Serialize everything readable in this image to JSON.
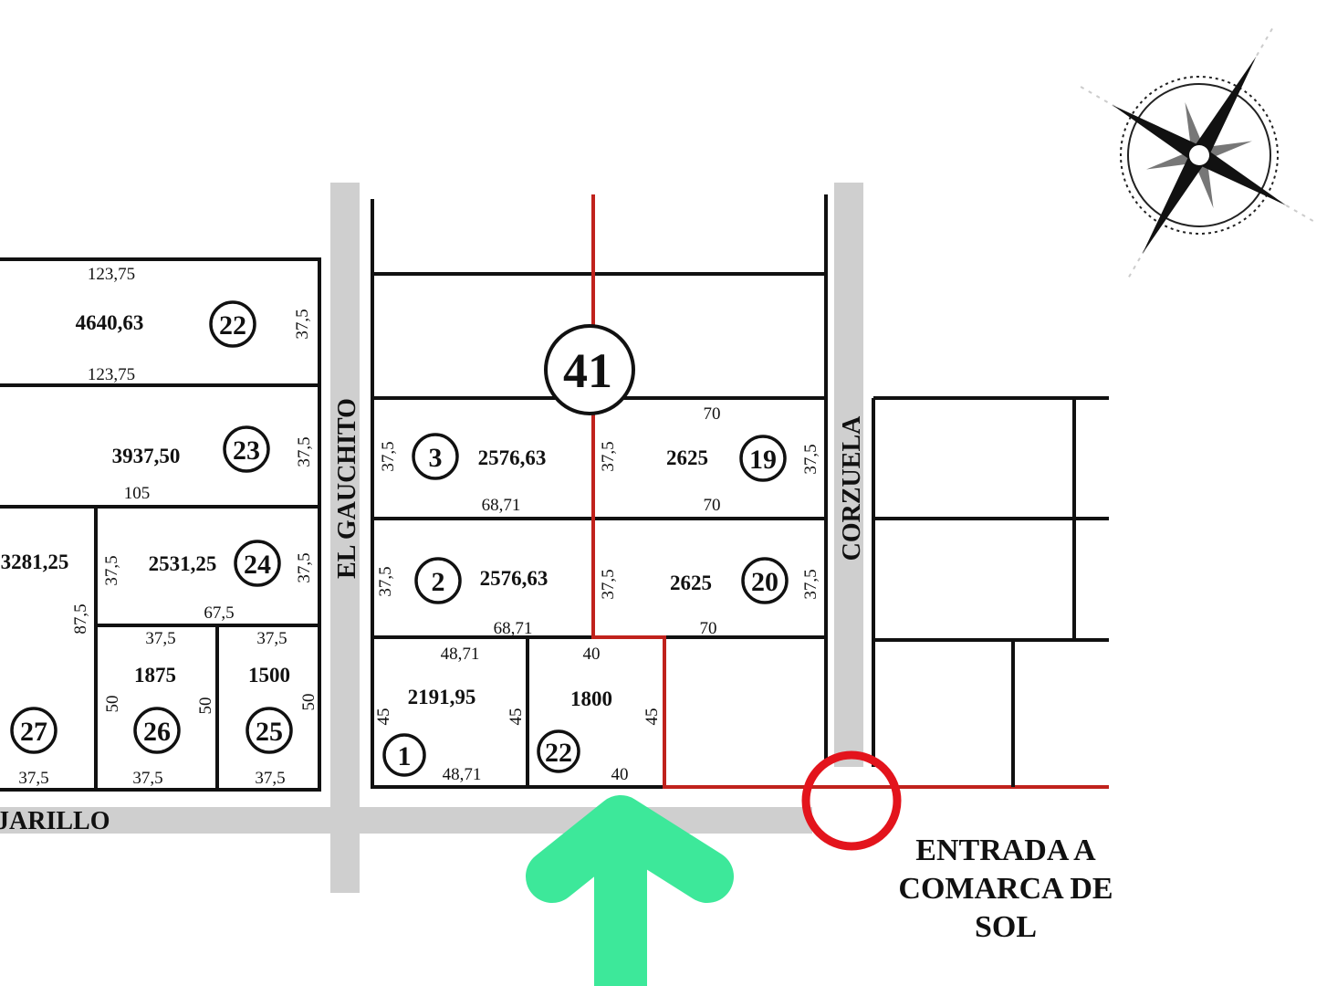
{
  "colors": {
    "road": "#cfcfcf",
    "lines": "#111111",
    "boundary": "#c0221c",
    "entry_marker": "#e3141c",
    "arrow": "#3de89a"
  },
  "compass": {
    "icon": "compass-rose-icon"
  },
  "block_number": "41",
  "streets": {
    "el_gauchito": "EL GAUCHITO",
    "corzuela": "CORZUELA",
    "jarillo": "JARILLO"
  },
  "entrance": {
    "line1": "ENTRADA A",
    "line2": "COMARCA DE",
    "line3": "SOL"
  },
  "left_block": {
    "lot22": {
      "number": "22",
      "area": "4640,63",
      "top": "123,75",
      "bottom": "123,75",
      "side": "37,5"
    },
    "lot23": {
      "number": "23",
      "area": "3937,50",
      "bottom": "105",
      "side": "37,5"
    },
    "lot_partial": {
      "area": "3281,25",
      "side": "87,5"
    },
    "lot24": {
      "number": "24",
      "area": "2531,25",
      "left": "37,5",
      "right": "37,5",
      "bottom": "67,5"
    },
    "lot27": {
      "number": "27",
      "bottom": "37,5"
    },
    "lot26": {
      "number": "26",
      "area": "1875",
      "top": "37,5",
      "left": "50",
      "bottom": "37,5"
    },
    "lot25": {
      "number": "25",
      "area": "1500",
      "top": "37,5",
      "left": "50",
      "right": "50",
      "bottom": "37,5"
    }
  },
  "middle_block": {
    "lot3": {
      "number": "3",
      "area": "2576,63",
      "left": "37,5",
      "right": "37,5",
      "bottom": "68,71"
    },
    "lot19": {
      "number": "19",
      "area": "2625",
      "top": "70",
      "right": "37,5",
      "bottom": "70"
    },
    "lot2": {
      "number": "2",
      "area": "2576,63",
      "left": "37,5",
      "right": "37,5",
      "bottom": "68,71"
    },
    "lot20": {
      "number": "20",
      "area": "2625",
      "right": "37,5",
      "bottom": "70"
    },
    "lot1": {
      "number": "1",
      "area": "2191,95",
      "top": "48,71",
      "left": "45",
      "right": "45",
      "bottom": "48,71"
    },
    "lot22b": {
      "number": "22",
      "area": "1800",
      "top": "40",
      "right": "45",
      "bottom": "40"
    }
  }
}
